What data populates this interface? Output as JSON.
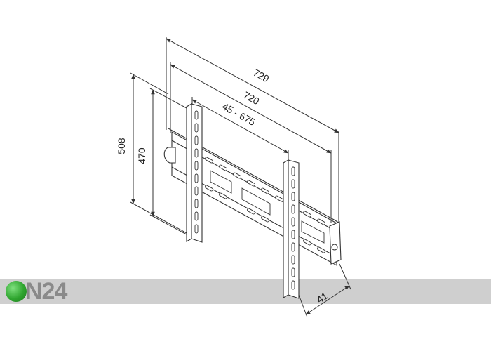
{
  "diagram": {
    "dimensions": {
      "overall_width": "729",
      "rail_width": "720",
      "arm_spacing_range": "45 - 675",
      "outer_height": "508",
      "inner_height": "470",
      "depth": "41"
    }
  },
  "brand": {
    "logo_text": "N24",
    "dot_color": "#3cb043",
    "text_color": "#8a8a8a"
  },
  "colors": {
    "line": "#333333",
    "banner": "#cfcfcf"
  }
}
